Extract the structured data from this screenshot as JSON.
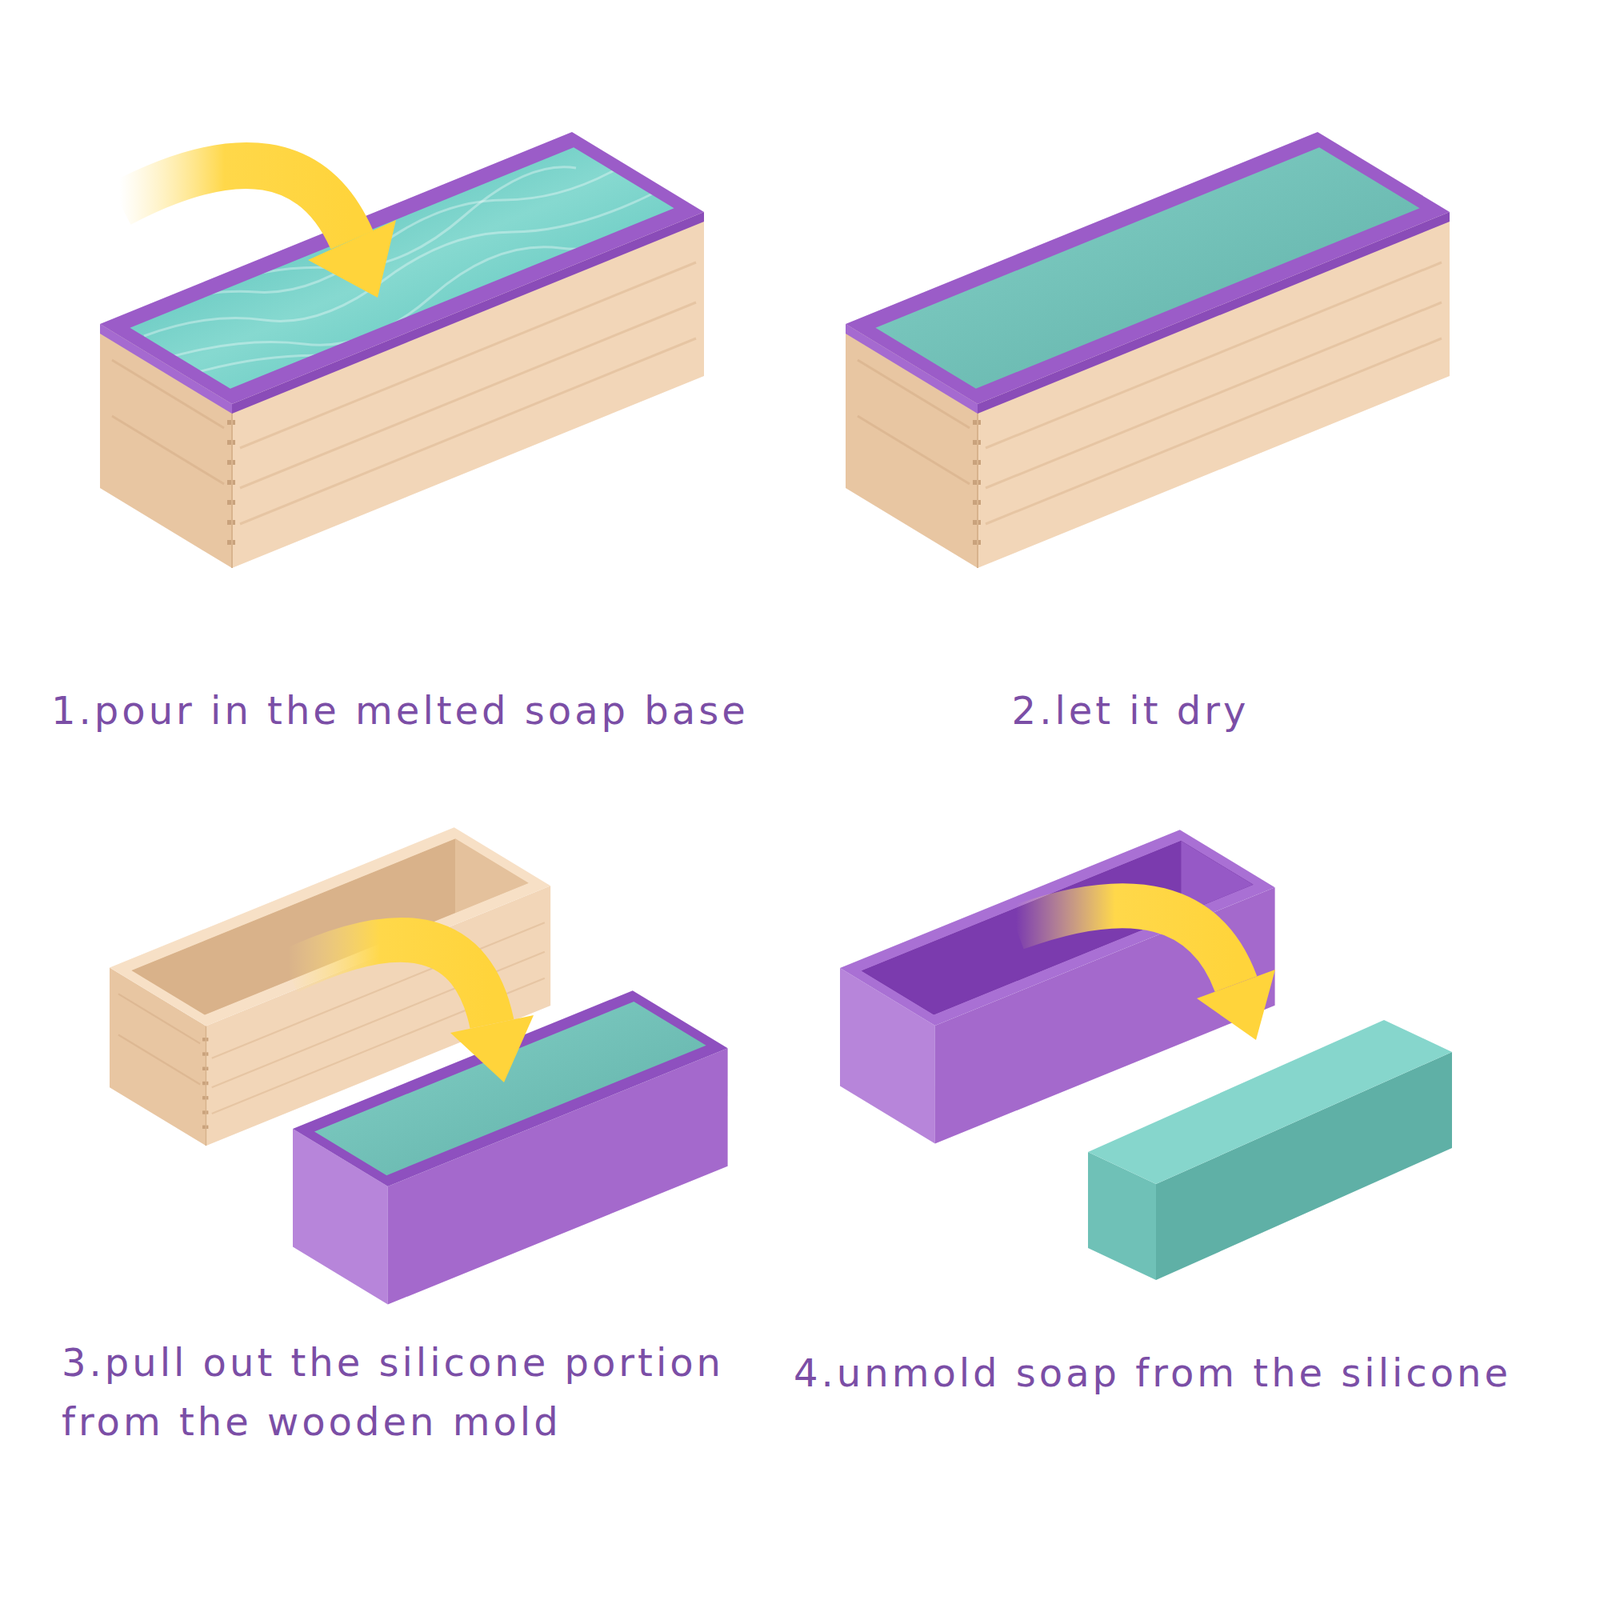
{
  "diagram": {
    "labels": [
      "1.pour in the melted soap base",
      "2.let it dry",
      "3.pull out the silicone portion from the wooden mold",
      "4.unmold soap from the silicone"
    ]
  }
}
